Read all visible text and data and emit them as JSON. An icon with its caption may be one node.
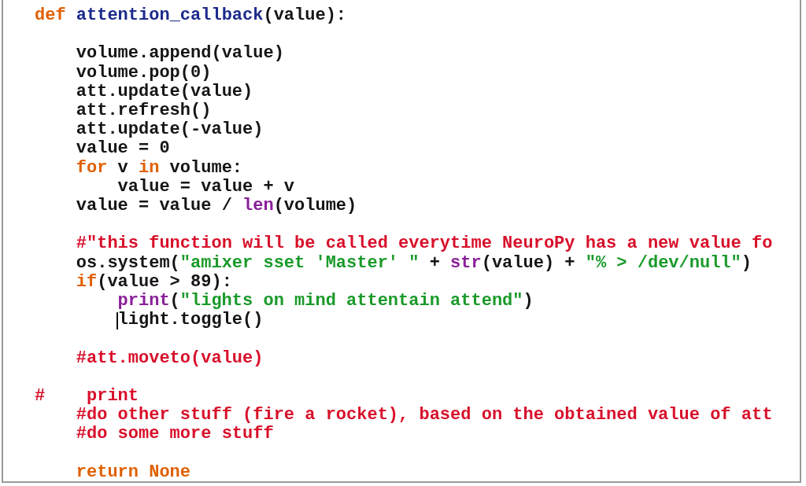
{
  "diagram": {
    "labels": [
      "def attention_callback(value):",
      "volume.append(value)",
      "volume.pop(0)",
      "att.update(value)",
      "att.refresh()",
      "att.update(-value)",
      "value = 0",
      "for v in volume:",
      "value = value + v",
      "value = value / len(volume)",
      "#\"this function will be called everytime NeuroPy has a new value fo",
      "os.system(\"amixer sset 'Master' \" + str(value) + \"% > /dev/null\")",
      "if(value > 89):",
      "print(\"lights on mind attentain attend\")",
      "light.toggle()",
      "#att.moveto(value)",
      "#    print",
      "#do other stuff (fire a rocket), based on the obtained value of att",
      "#do some more stuff",
      "return None"
    ]
  }
}
